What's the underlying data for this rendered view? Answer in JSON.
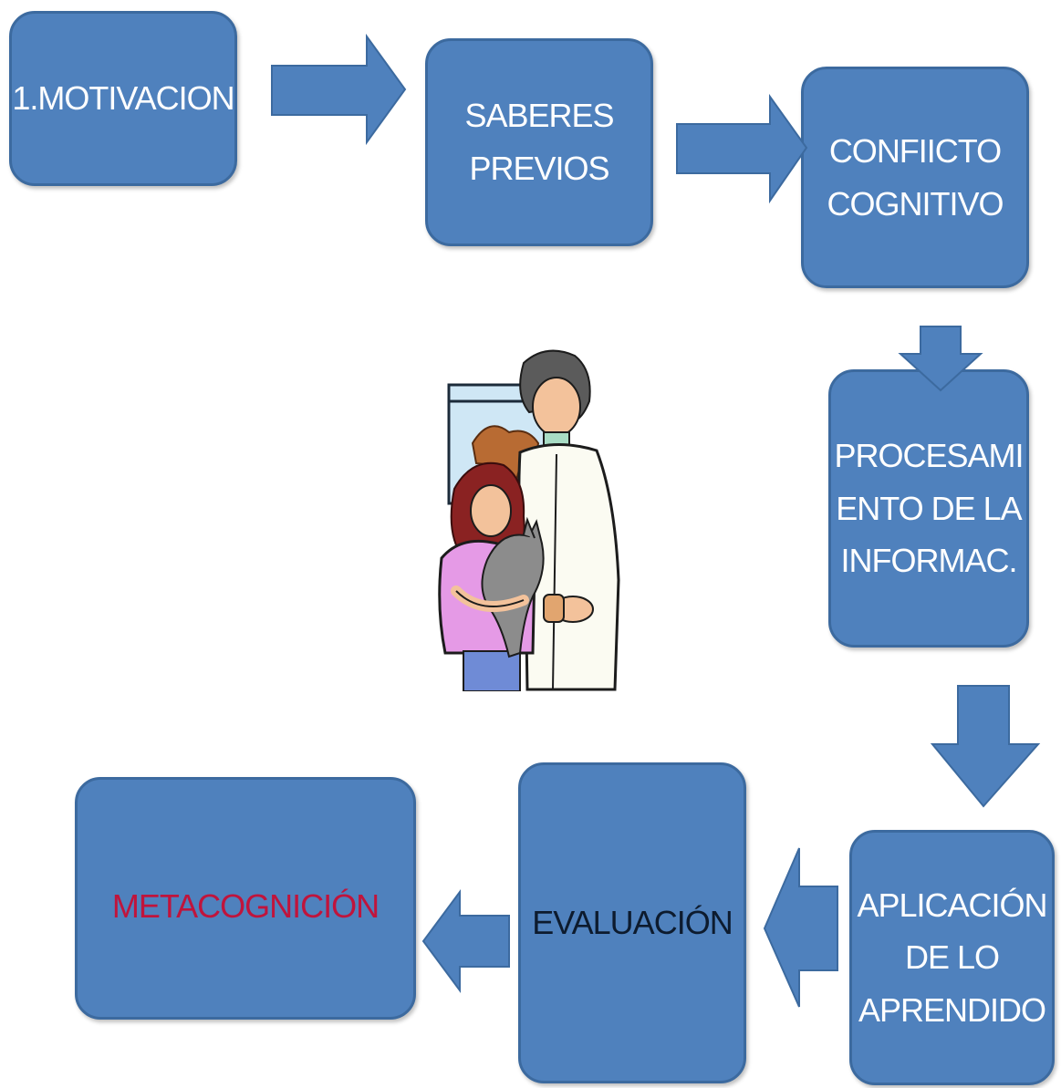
{
  "steps": {
    "motivacion": "1.MOTIVACION",
    "saberes": "SABERES\nPREVIOS",
    "conflicto": "CONFIICTO\nCOGNITIVO",
    "procesamiento": "PROCESAMI\nENTO DE LA\nINFORMAC.",
    "aplicacion": "APLICACIÓN\nDE LO\nAPRENDIDO",
    "evaluacion": "EVALUACIÓN",
    "metacognicion": "METACOGNICIÓN"
  },
  "colors": {
    "box_fill": "#4f81bd",
    "box_border": "#3c6a9f",
    "text_default": "#ffffff",
    "text_evaluacion": "#0d1b2e",
    "text_metacognicion": "#c0143c"
  }
}
